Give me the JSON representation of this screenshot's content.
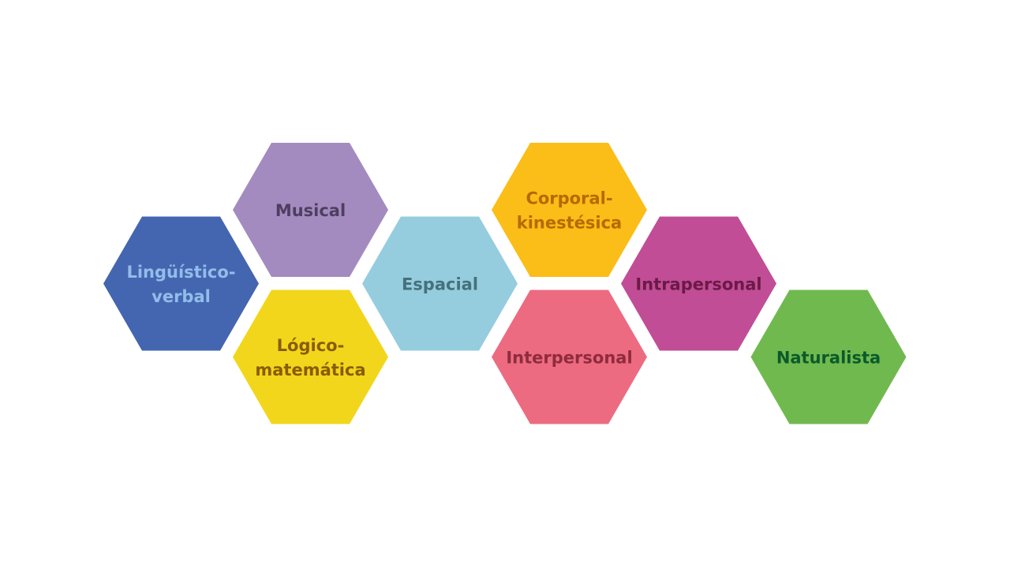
{
  "diagram": {
    "hexagons": [
      {
        "id": "linguistico",
        "lines": [
          "Lingüístico-",
          "verbal"
        ],
        "fill": "#4466b0",
        "text_color": "#93bde9"
      },
      {
        "id": "musical",
        "lines": [
          "Musical"
        ],
        "fill": "#a38bc0",
        "text_color": "#4e3e60"
      },
      {
        "id": "logico",
        "lines": [
          "Lógico-",
          "matemática"
        ],
        "fill": "#f2d61b",
        "text_color": "#8a5b05"
      },
      {
        "id": "espacial",
        "lines": [
          "Espacial"
        ],
        "fill": "#95cddf",
        "text_color": "#46717a"
      },
      {
        "id": "corporal",
        "lines": [
          "Corporal-",
          "kinestésica"
        ],
        "fill": "#fbbd17",
        "text_color": "#b56a04"
      },
      {
        "id": "interpersonal",
        "lines": [
          "Interpersonal"
        ],
        "fill": "#ec6b80",
        "text_color": "#8e2c3d"
      },
      {
        "id": "intrapersonal",
        "lines": [
          "Intrapersonal"
        ],
        "fill": "#c14d96",
        "text_color": "#6b1a46"
      },
      {
        "id": "naturalista",
        "lines": [
          "Naturalista"
        ],
        "fill": "#70b94f",
        "text_color": "#0b5a2b"
      }
    ]
  }
}
